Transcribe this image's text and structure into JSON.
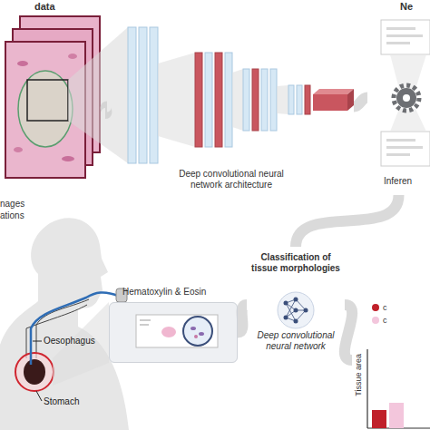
{
  "diagram": {
    "nodes": [
      {
        "text": [
          "data",
          "nages",
          "ations"
        ]
      },
      {
        "text": [
          "Deep convolutional neural network architecture"
        ]
      },
      {
        "text": [
          "Ne",
          "Inferen"
        ]
      },
      {
        "text": [
          "Hematoxylin & Eosin"
        ]
      },
      {
        "text": [
          "Classification of tissue morphologies",
          "Deep convolutional neural network"
        ]
      },
      {
        "text": [
          "Tissue area"
        ]
      }
    ],
    "edges": [
      {
        "from": 0,
        "to": 1,
        "arrow": "none"
      },
      {
        "from": 1,
        "to": 2,
        "arrow": "none"
      },
      {
        "from": 2,
        "to": 4,
        "arrow": "none"
      },
      {
        "from": 3,
        "to": 4,
        "arrow": "none"
      },
      {
        "from": 4,
        "to": 5,
        "arrow": "none"
      }
    ],
    "labels": [
      "Oesophagus",
      "Stomach"
    ],
    "legend": [
      {
        "text": "c",
        "color": "#c0202a"
      },
      {
        "text": "c",
        "color": "#f3c6dc"
      }
    ]
  }
}
